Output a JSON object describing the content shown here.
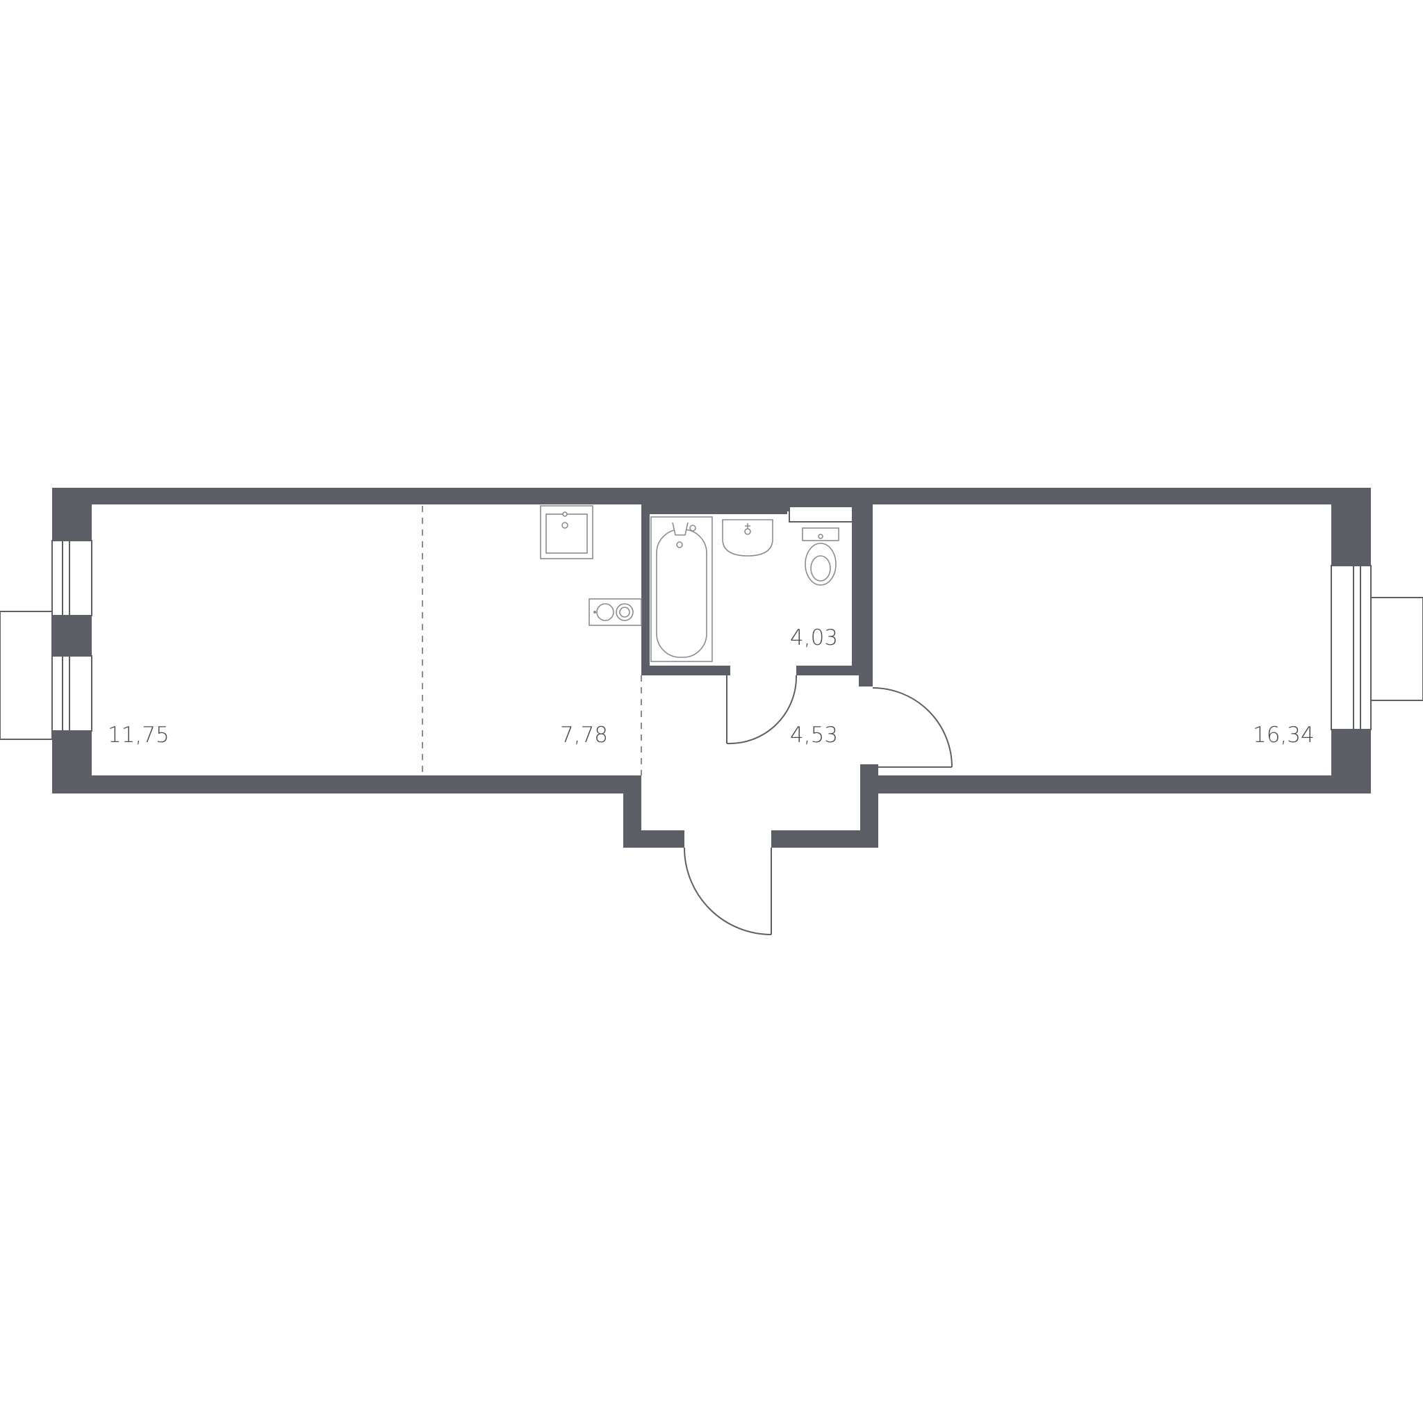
{
  "colors": {
    "wall": "#5d5f66",
    "fixture": "#8a8c92",
    "background": "#ffffff"
  },
  "rooms": {
    "room_left": {
      "area": "11,75"
    },
    "kitchen": {
      "area": "7,78"
    },
    "bathroom": {
      "area": "4,03"
    },
    "hallway": {
      "area": "4,53"
    },
    "room_right": {
      "area": "16,34"
    }
  },
  "icons": {
    "sink": "kitchen-sink-icon",
    "stove": "stove-icon",
    "bathtub": "bathtub-icon",
    "washbasin": "washbasin-icon",
    "toilet": "toilet-icon",
    "door_swing": "door-swing-icon",
    "window": "window-icon"
  }
}
